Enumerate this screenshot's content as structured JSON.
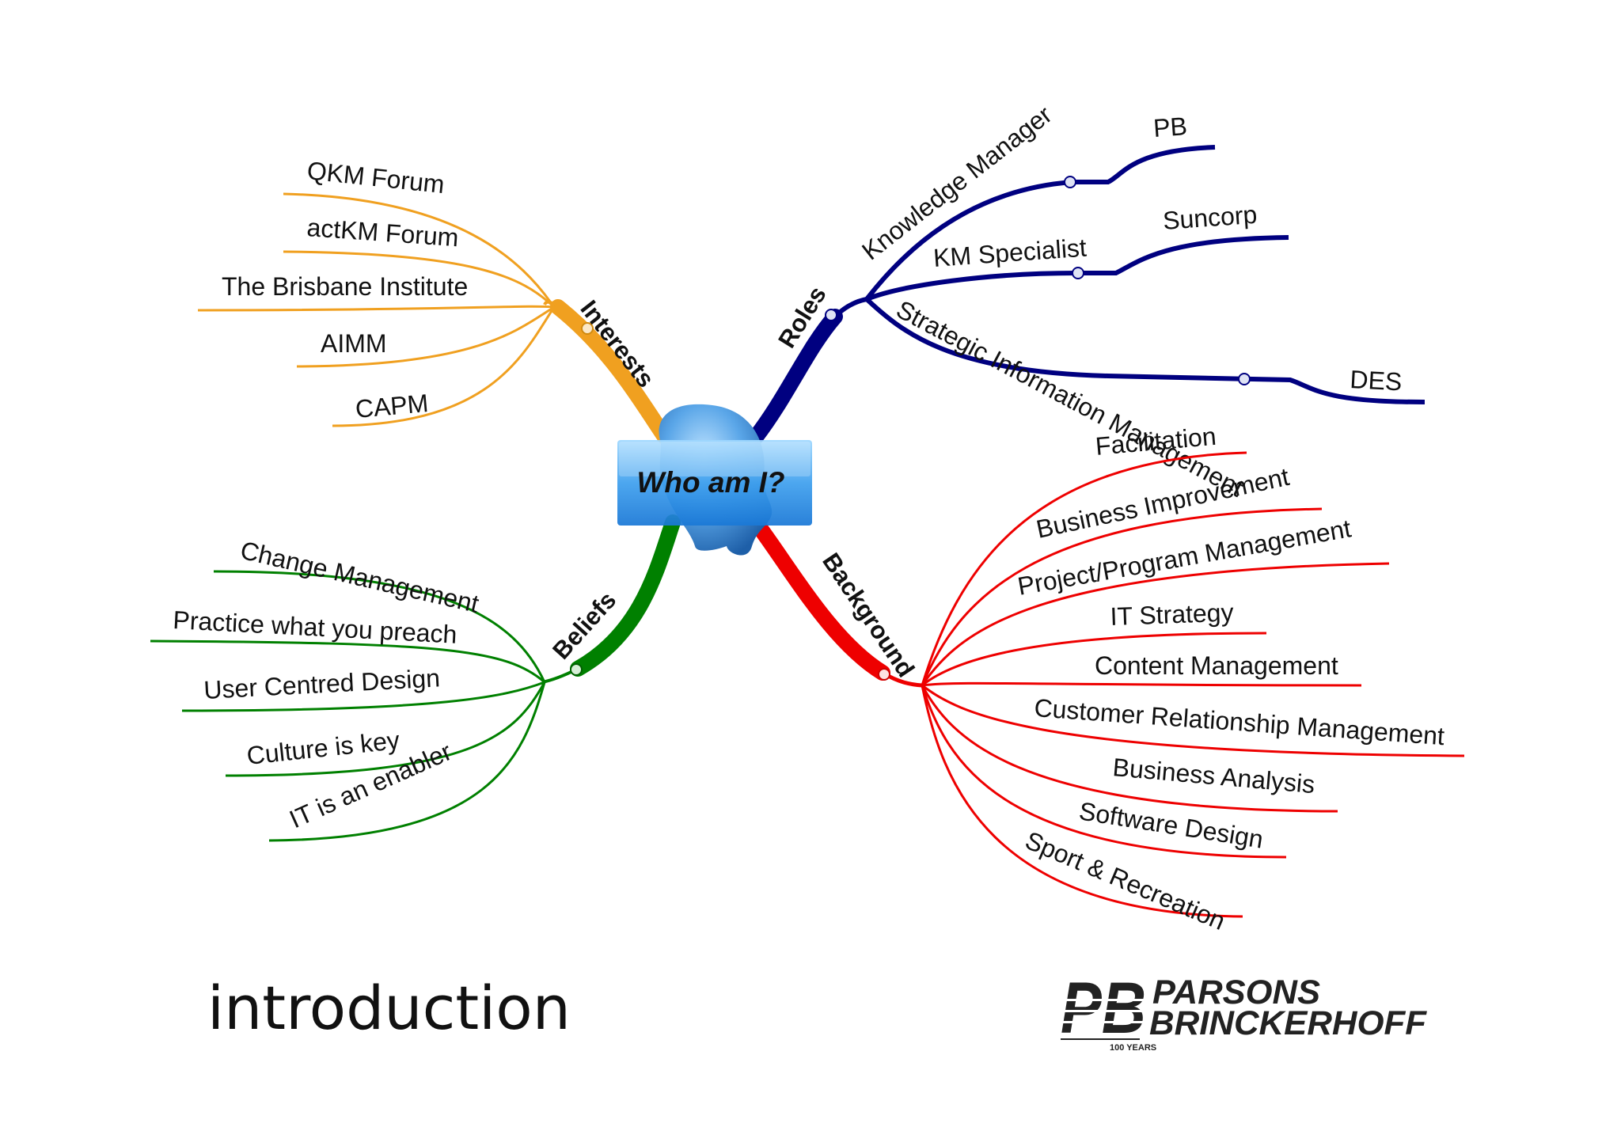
{
  "center": {
    "label": "Who am I?"
  },
  "colors": {
    "interests": "#f0a020",
    "roles": "#000080",
    "beliefs": "#008000",
    "background": "#ee0000"
  },
  "branches": {
    "interests": {
      "label": "Interests",
      "items": [
        "QKM Forum",
        "actKM Forum",
        "The Brisbane Institute",
        "AIMM",
        "CAPM"
      ]
    },
    "roles": {
      "label": "Roles",
      "items": [
        {
          "label": "Knowledge Manager",
          "org": "PB"
        },
        {
          "label": "KM Specialist",
          "org": "Suncorp"
        },
        {
          "label": "Strategic Information Management",
          "org": "DES"
        }
      ]
    },
    "beliefs": {
      "label": "Beliefs",
      "items": [
        "Change Management",
        "Practice what you preach",
        "User Centred Design",
        "Culture is key",
        "IT is an enabler"
      ]
    },
    "background": {
      "label": "Background",
      "items": [
        "Facilitation",
        "Business Improvement",
        "Project/Program Management",
        "IT Strategy",
        "Content Management",
        "Customer Relationship Management",
        "Business Analysis",
        "Software Design",
        "Sport & Recreation"
      ]
    }
  },
  "footer": {
    "title": "introduction"
  },
  "logo": {
    "mark": "PB",
    "line1": "PARSONS",
    "line2": "BRINCKERHOFF",
    "badge": "100 YEARS"
  }
}
